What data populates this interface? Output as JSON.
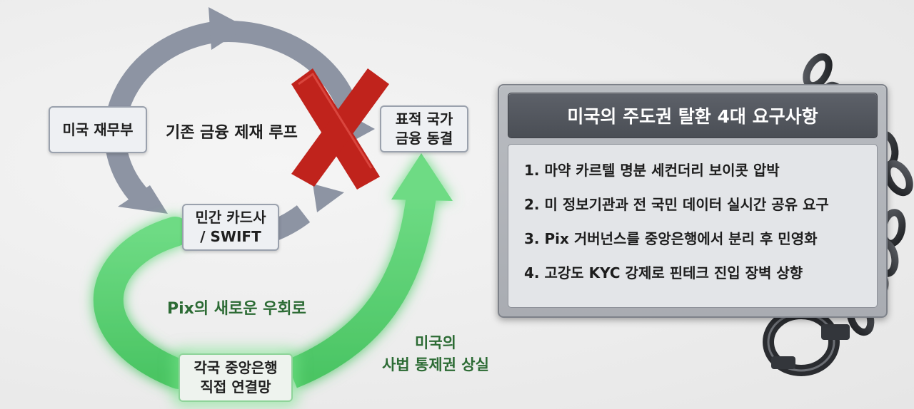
{
  "nodes": {
    "treasury": "미국 재무부",
    "target": [
      "표적 국가",
      "금융 동결"
    ],
    "private": [
      "민간 카드사",
      "/ SWIFT"
    ],
    "central": [
      "각국 중앙은행",
      "직접 연결망"
    ]
  },
  "labels": {
    "loop": "기존 금융 제재 루프",
    "pix": "Pix의 새로운 우회로",
    "loss": [
      "미국의",
      "사법 통제권 상실"
    ]
  },
  "panel": {
    "title": "미국의 주도권 탈환 4대 요구사항",
    "items": [
      "1. 마약 카르텔 명분 세컨더리 보이콧 압박",
      "2. 미 정보기관과 전 국민 데이터 실시간 공유 요구",
      "3. Pix 거버넌스를 중앙은행에서 분리 후 민영화",
      "4. 고강도 KYC 강제로 핀테크 진입 장벽 상향"
    ]
  },
  "colors": {
    "loop_arrow": "#8d94a3",
    "pix_arrow": "#5ed074",
    "cross": "#c0231c",
    "chain": "#2e3034"
  },
  "icons": [
    "loop-arrow-icon",
    "red-x-icon",
    "green-arrow-icon",
    "chain-icon",
    "handcuff-icon"
  ]
}
